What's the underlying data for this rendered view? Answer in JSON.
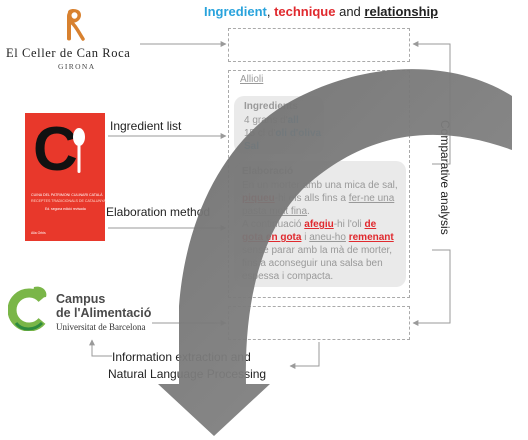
{
  "title": {
    "ingredient": "Ingredient",
    "sep1": ", ",
    "technique": "technique",
    "and": " and ",
    "relationship": "relationship"
  },
  "logos": {
    "celler_name": "El Celler de Can Roca",
    "celler_city": "GIRONA",
    "campus_name_line1": "Campus",
    "campus_name_line2": "de l'Alimentació",
    "campus_university": "Universitat de Barcelona"
  },
  "book": {
    "letter": "C",
    "subtitle_1": "CUINA DEL PATRIMONI CULINARI CATALÀ",
    "subtitle_2": "RECEPTES TRADICIONALS DE CATALUNYA",
    "subtitle_3": "Ed. segona edició revisada",
    "publisher": "Alia Orbis"
  },
  "labels": {
    "ingredient_list": "Ingredient list",
    "elaboration_method": "Elaboration method",
    "information_extraction": "Information extraction and",
    "nlp": "Natural Language Processing",
    "comparative_analysis": "Comparative analysis"
  },
  "recipe": {
    "name": "Allioli",
    "ingredients_heading": "Ingredients",
    "ingredients": [
      {
        "pre": "4 grans d'",
        "item": "all",
        "post": ""
      },
      {
        "pre": "15 cl d'",
        "item": "oli d'oliva",
        "post": ""
      },
      {
        "pre": "",
        "item": "Sal",
        "post": ""
      }
    ],
    "elaboration_heading": "Elaboració",
    "elaboration_lines": [
      [
        "En un morter amb una mica de sal,"
      ],
      [
        "piqueu",
        "-hi els alls fins a ",
        "fer-ne una"
      ],
      [
        "pasta molt fina",
        "."
      ],
      [
        "A continuació ",
        "afegiu",
        "-hi l'oli ",
        "de"
      ],
      [
        "gota en gota",
        " i ",
        "aneu-ho",
        " ",
        "remenant"
      ],
      [
        "sense parar amb la mà de morter,"
      ],
      [
        "fins a aconseguir una salsa ben"
      ],
      [
        "espessa i compacta."
      ]
    ]
  },
  "colors": {
    "ingredient_blue": "#29a3dc",
    "technique_red": "#e0292e",
    "book_red": "#e8382b",
    "arrow_gray": "#7f7f7f",
    "campus_green": "#7ab648"
  },
  "icons": [
    "celler-roca-logo-icon",
    "spoon-icon",
    "campus-leaf-logo-icon",
    "curved-arrow-icon"
  ]
}
